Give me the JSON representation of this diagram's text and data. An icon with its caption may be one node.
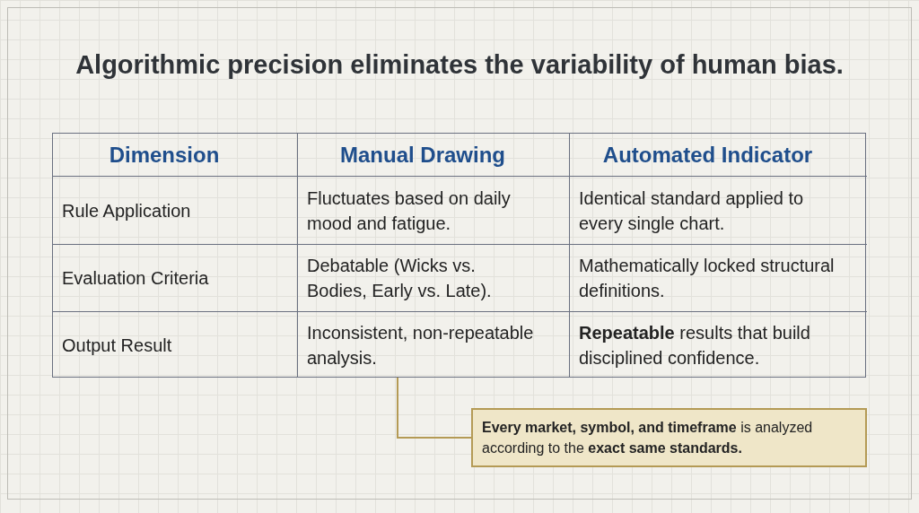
{
  "diagram": {
    "title": "Algorithmic precision eliminates the variability of human bias.",
    "nodes": [
      {
        "text": [],
        "shape": "box"
      },
      {
        "text": [
          "**Every market, symbol, and timeframe** is analyzed according to the **exact same standards.**"
        ]
      }
    ],
    "edges": [
      {
        "from": 1,
        "to": 0,
        "arrow": "none"
      }
    ],
    "labels": [
      "Dimension",
      "Manual Drawing",
      "Automated Indicator",
      "Rule Application",
      "Fluctuates based on daily mood and fatigue.",
      "Identical standard applied to every single chart.",
      "Evaluation Criteria",
      "Debatable (Wicks vs. Bodies, Early vs. Late).",
      "Mathematically locked structural definitions.",
      "Output Result",
      "Inconsistent, non-repeatable analysis.",
      "**Repeatable** results that build disciplined confidence."
    ]
  }
}
